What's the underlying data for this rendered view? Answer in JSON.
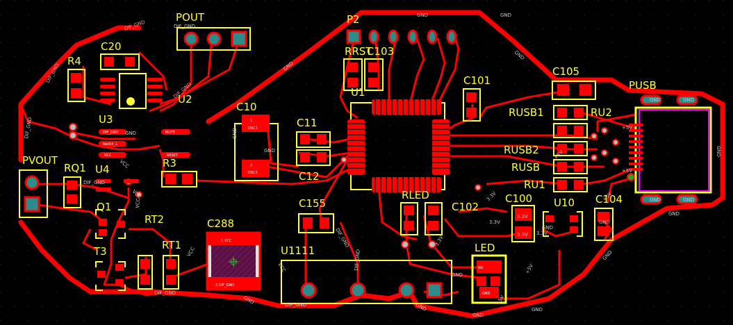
{
  "colors": {
    "background": "#000000",
    "copper": "#ff0000",
    "silkscreen": "#ffff33",
    "pad_outline": "#ffff33",
    "via": "#d9d9d9",
    "pad_teal": "#2e8b8b"
  },
  "designators": {
    "pout": "POUT",
    "p2": "P2",
    "c20": "C20",
    "r4": "R4",
    "u2": "U2",
    "u3": "U3",
    "rrst": "RRST",
    "c103": "C103",
    "u1": "U1",
    "c101": "C101",
    "c105": "C105",
    "pusb": "PUSB",
    "rusb1": "RUSB1",
    "ru2": "RU2",
    "rusb2": "RUSB2",
    "rusb": "RUSB",
    "ru1": "RU1",
    "c10": "C10",
    "c11": "C11",
    "c12": "C12",
    "r3": "R3",
    "pvout": "PVOUT",
    "rq1": "RQ1",
    "u4": "U4",
    "q1": "Q1",
    "rt2": "RT2",
    "c288": "C288",
    "rt1": "RT1",
    "t3": "T3",
    "c155": "C155",
    "u1111": "U1111",
    "rled": "RLED",
    "c102": "C102",
    "c100": "C100",
    "u10": "U10",
    "c104": "C104",
    "led": "LED"
  },
  "nets": {
    "gnd": "GND",
    "dif_gnd": "DIF_GND",
    "vcc": "VCC",
    "osc1": "OSC1",
    "osc2": "OSC2",
    "v3_3": "3.3V",
    "v5": "+5V",
    "nd": "ND",
    "mute": "MUTE",
    "reset": "RESET"
  },
  "c288_pads": {
    "pad1": "1 VCC",
    "pad2": "2 DIF_GND"
  }
}
